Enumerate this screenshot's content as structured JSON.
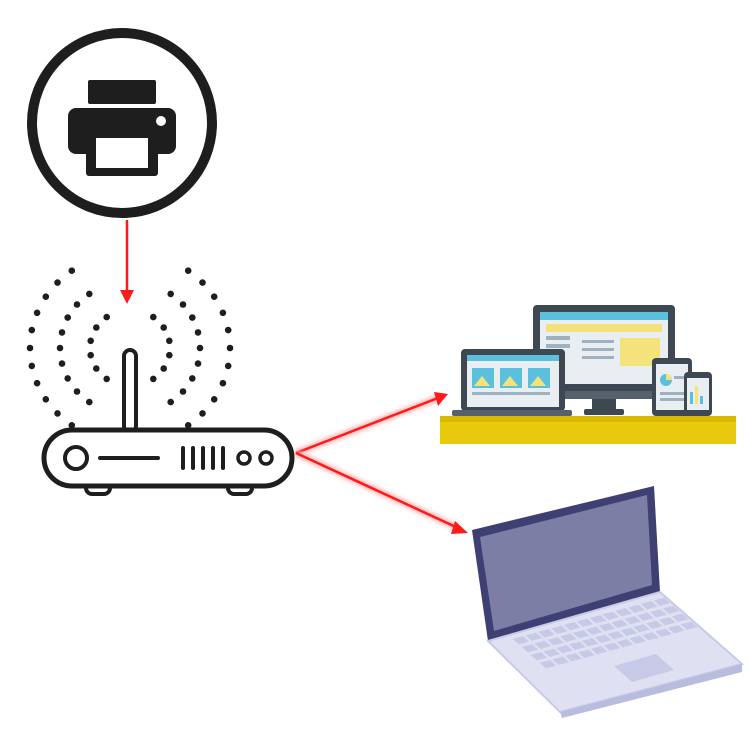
{
  "diagram": {
    "nodes": [
      {
        "id": "printer",
        "icon": "printer-icon"
      },
      {
        "id": "router",
        "icon": "wifi-router-icon"
      },
      {
        "id": "devices",
        "icon": "multi-device-icon"
      },
      {
        "id": "laptop",
        "icon": "laptop-icon"
      }
    ],
    "edges": [
      {
        "from": "printer",
        "to": "router"
      },
      {
        "from": "router",
        "to": "devices"
      },
      {
        "from": "router",
        "to": "laptop"
      }
    ]
  },
  "colors": {
    "arrow": "#ff1a1a",
    "arrow_glow": "#ffb0b0",
    "ink": "#1e1e1e",
    "shelf": "#e8c90e",
    "shelf_edge": "#d8b800",
    "screen_frame": "#3d4852",
    "screen_bg": "#5bc0de",
    "laptop_body": "#dfe1f2",
    "laptop_screen": "#7c7ea6",
    "laptop_bezel": "#3e3f73"
  }
}
